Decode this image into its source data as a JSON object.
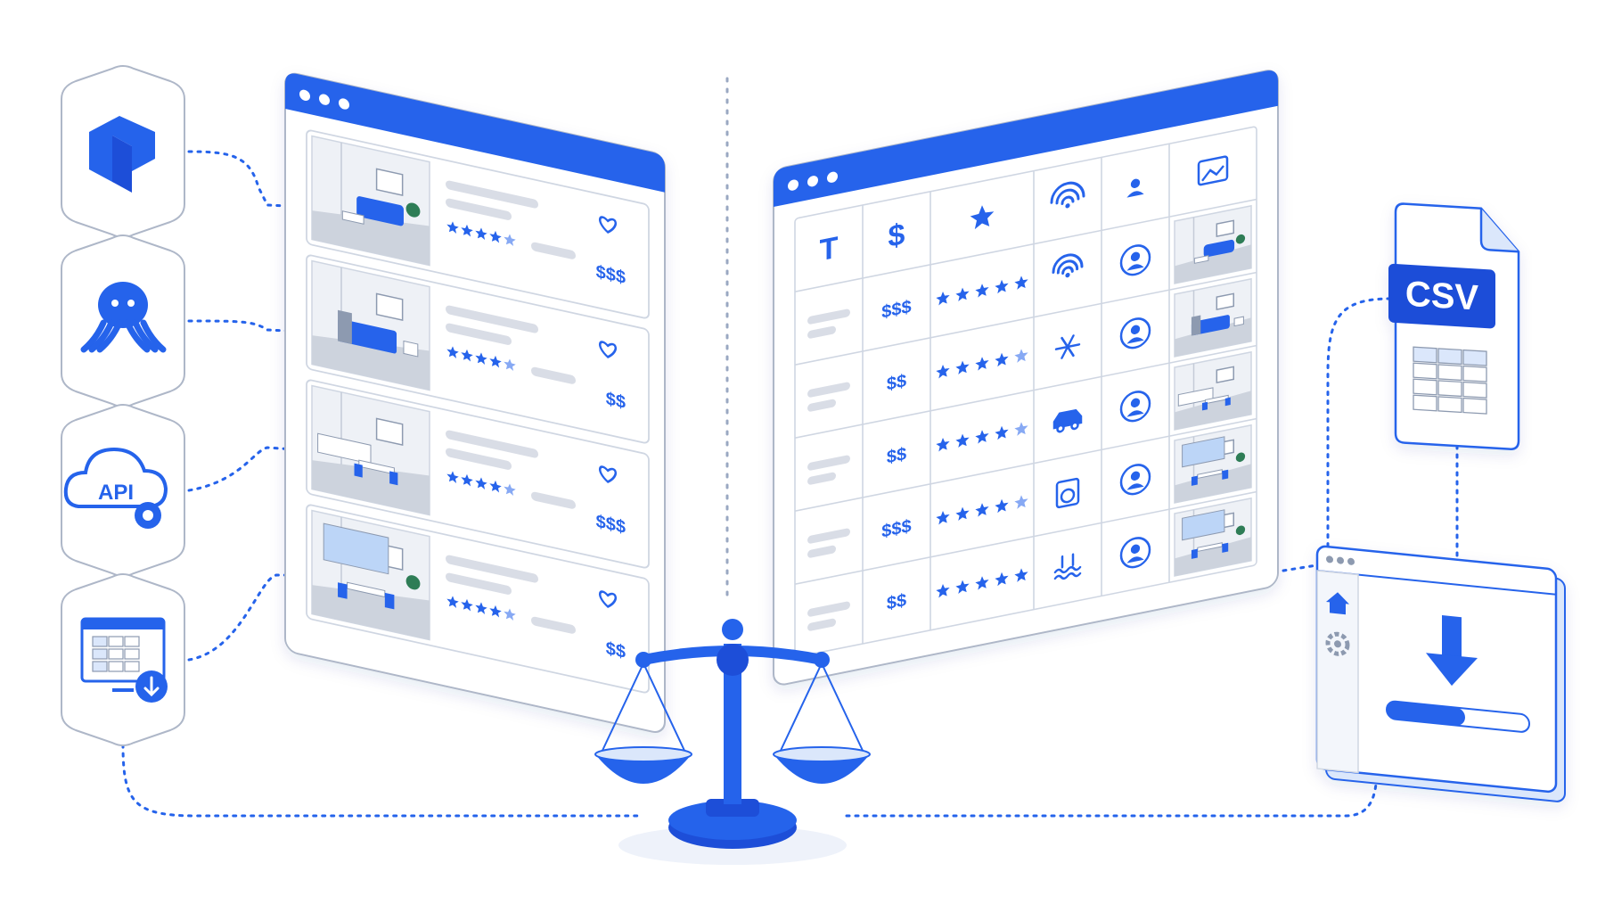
{
  "colors": {
    "accent": "#2563eb",
    "accent_dark": "#1d4ed8",
    "accent_light": "#dbe7fb",
    "line": "#9aa8c2",
    "panel_bg": "#ffffff",
    "placeholder": "#d9dde6",
    "photo_bg": "#eef1f6"
  },
  "sources": [
    {
      "icon": "scraper-cube-icon",
      "label": ""
    },
    {
      "icon": "octopus-icon",
      "label": ""
    },
    {
      "icon": "api-cloud-gear-icon",
      "label": "API"
    },
    {
      "icon": "monitor-table-download-icon",
      "label": ""
    }
  ],
  "listings_card": {
    "listings": [
      {
        "rating": 4.5,
        "price": "$$$",
        "photo": "living-room"
      },
      {
        "rating": 4.5,
        "price": "$$",
        "photo": "bedroom"
      },
      {
        "rating": 4.5,
        "price": "$$$",
        "photo": "kitchen"
      },
      {
        "rating": 4.5,
        "price": "$$",
        "photo": "dining-room"
      }
    ]
  },
  "comparison_table": {
    "columns": [
      "title-icon",
      "price-icon",
      "rating-icon",
      "wifi-icon",
      "host-icon",
      "photo-icon"
    ],
    "header_glyphs": [
      "T",
      "$"
    ],
    "rows": [
      {
        "price": "$$$",
        "rating": 5,
        "amenity": "wifi-icon",
        "photo": "living-room"
      },
      {
        "price": "$$",
        "rating": 4.5,
        "amenity": "snowflake-icon",
        "photo": "bedroom"
      },
      {
        "price": "$$",
        "rating": 4.5,
        "amenity": "car-icon",
        "photo": "kitchen"
      },
      {
        "price": "$$$",
        "rating": 4.5,
        "amenity": "washer-icon",
        "photo": "dining-room"
      },
      {
        "price": "$$",
        "rating": 5,
        "amenity": "pool-icon",
        "photo": "meeting-room"
      }
    ]
  },
  "export": {
    "file_label": "CSV",
    "progress": 0.55,
    "sidebar_icons": [
      "home-icon",
      "gear-icon"
    ]
  }
}
